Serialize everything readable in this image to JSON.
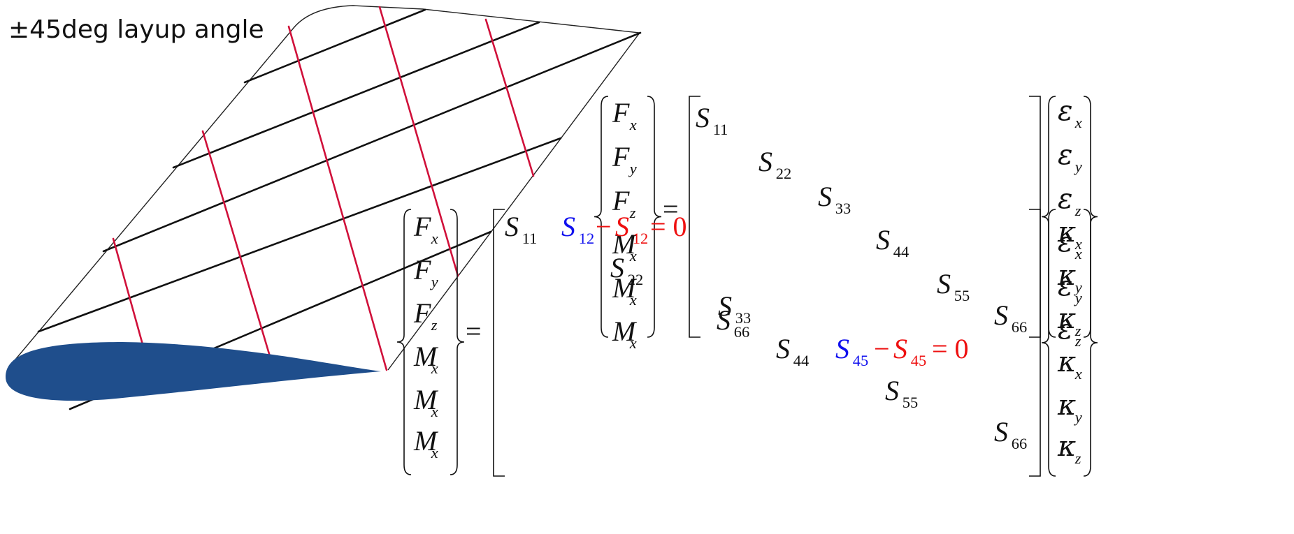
{
  "title": "±45deg layup angle",
  "colors": {
    "fiber_black": "#111111",
    "fiber_red": "#d0103a",
    "airfoil": "#1f4e8c",
    "term_blue": "#1010ee",
    "term_red": "#ee1010"
  },
  "back_equation": {
    "lhs": [
      {
        "base": "F",
        "sub": "x"
      },
      {
        "base": "F",
        "sub": "y"
      },
      {
        "base": "F",
        "sub": "z"
      },
      {
        "base": "M",
        "sub": "x"
      },
      {
        "base": "M",
        "sub": "x"
      },
      {
        "base": "M",
        "sub": "x"
      }
    ],
    "eq": "=",
    "diag": [
      {
        "base": "S",
        "sub": "11"
      },
      {
        "base": "S",
        "sub": "22"
      },
      {
        "base": "S",
        "sub": "33"
      },
      {
        "base": "S",
        "sub": "44"
      },
      {
        "base": "S",
        "sub": "55"
      },
      {
        "base": "S",
        "sub": "66"
      }
    ],
    "rhs": [
      {
        "base": "ε",
        "sub": "x"
      },
      {
        "base": "ε",
        "sub": "y"
      },
      {
        "base": "ε",
        "sub": "z"
      },
      {
        "base": "ε",
        "sub": "x"
      },
      {
        "base": "ε",
        "sub": "y"
      },
      {
        "base": "ε",
        "sub": "z"
      }
    ]
  },
  "front_equation": {
    "lhs": [
      {
        "base": "F",
        "sub": "x"
      },
      {
        "base": "F",
        "sub": "y"
      },
      {
        "base": "F",
        "sub": "z"
      },
      {
        "base": "M",
        "sub": "x"
      },
      {
        "base": "M",
        "sub": "x"
      },
      {
        "base": "M",
        "sub": "x"
      }
    ],
    "eq": "=",
    "s11": {
      "base": "S",
      "sub": "11"
    },
    "s12": {
      "base": "S",
      "sub": "12"
    },
    "s12_minus": {
      "minus": "−",
      "base": "S",
      "sub": "12",
      "tail": "= 0"
    },
    "s22": {
      "base": "S",
      "sub": "22"
    },
    "s33": {
      "base": "S",
      "sub": "33"
    },
    "s44": {
      "base": "S",
      "sub": "44"
    },
    "s45": {
      "base": "S",
      "sub": "45"
    },
    "s45_minus": {
      "minus": "−",
      "base": "S",
      "sub": "45",
      "tail": "= 0"
    },
    "s55": {
      "base": "S",
      "sub": "55"
    },
    "s66": {
      "base": "S",
      "sub": "66"
    },
    "rhs": [
      {
        "base": "κ",
        "sub": "x"
      },
      {
        "base": "κ",
        "sub": "y"
      },
      {
        "base": "κ",
        "sub": "z"
      },
      {
        "base": "κ",
        "sub": "x"
      },
      {
        "base": "κ",
        "sub": "y"
      },
      {
        "base": "κ",
        "sub": "z"
      }
    ]
  }
}
